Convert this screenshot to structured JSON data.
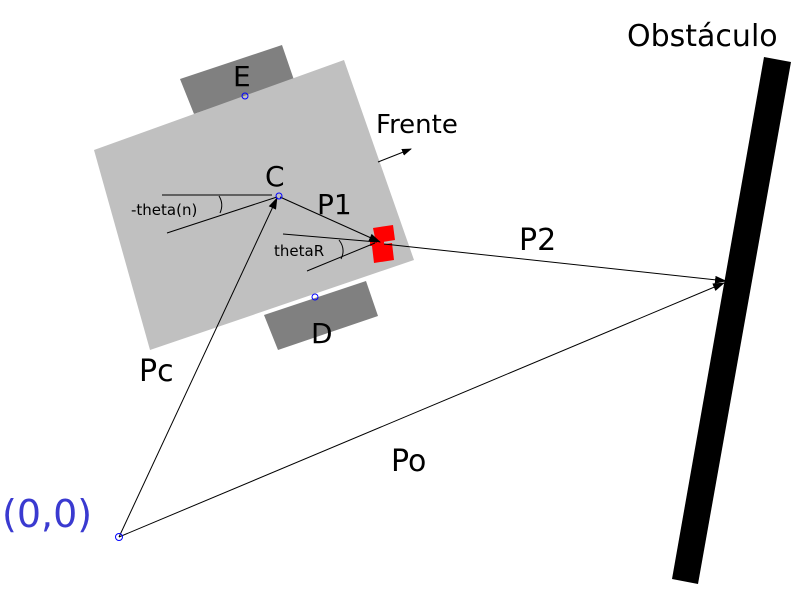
{
  "labels": {
    "obstacle": "Obstáculo",
    "origin": "(0,0)",
    "front": "Frente",
    "left_wheel": "E",
    "right_wheel": "D",
    "center": "C",
    "p1": "P1",
    "p2": "P2",
    "pc": "Pc",
    "po": "Po",
    "theta_n": "-theta(n)",
    "theta_r": "thetaR"
  },
  "colors": {
    "robot_body": "#c0c0c0",
    "wheels": "#808080",
    "sensor": "#ff0000",
    "obstacle": "#000000",
    "lines": "#000000",
    "points": "#0000ff",
    "origin_text": "#3a3ad0"
  }
}
